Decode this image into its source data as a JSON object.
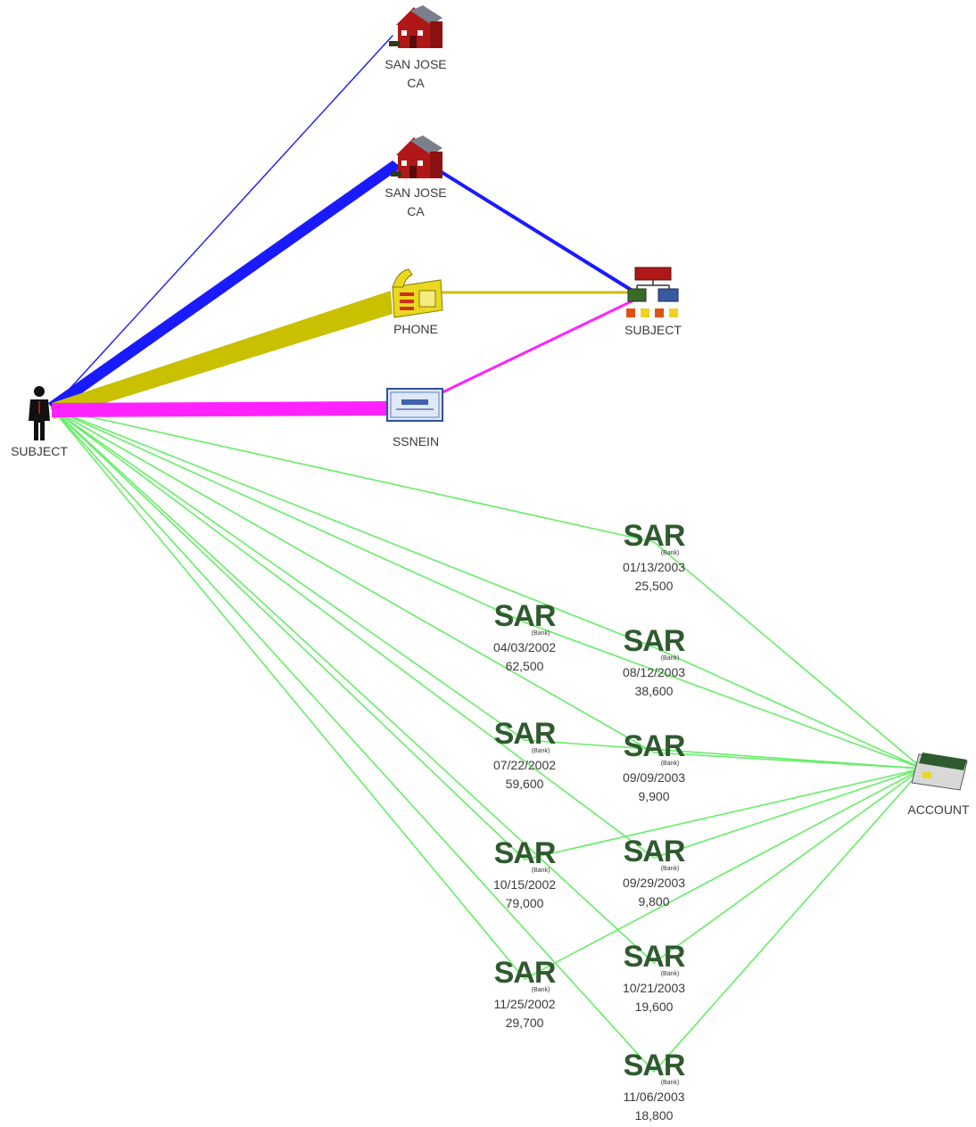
{
  "colors": {
    "address_link": "#1a1aff",
    "phone_link": "#c8c000",
    "ssn_link": "#ff22ff",
    "sar_link": "#66ee66",
    "house_red": "#b01818",
    "roof_grey": "#7a7f8c",
    "sar_green": "#2f5a2f"
  },
  "nodes": {
    "subject_person": {
      "label": "SUBJECT",
      "icon": "person-icon"
    },
    "address_1": {
      "line1": "SAN JOSE",
      "line2": "CA",
      "icon": "house-icon"
    },
    "address_2": {
      "line1": "SAN JOSE",
      "line2": "CA",
      "icon": "house-icon"
    },
    "phone": {
      "label": "PHONE",
      "icon": "telephone-icon"
    },
    "ssn": {
      "label": "SSNEIN",
      "icon": "ssn-card-icon"
    },
    "subject_org": {
      "label": "SUBJECT",
      "icon": "org-chart-icon"
    },
    "account": {
      "label": "ACCOUNT",
      "icon": "bank-card-icon"
    }
  },
  "sar_badge": {
    "word": "SAR",
    "sub": "(Bank)"
  },
  "sars": [
    {
      "id": "sar-2002-04-03",
      "date": "04/03/2002",
      "amount": "62,500"
    },
    {
      "id": "sar-2002-07-22",
      "date": "07/22/2002",
      "amount": "59,600"
    },
    {
      "id": "sar-2002-10-15",
      "date": "10/15/2002",
      "amount": "79,000"
    },
    {
      "id": "sar-2002-11-25",
      "date": "11/25/2002",
      "amount": "29,700"
    },
    {
      "id": "sar-2003-01-13",
      "date": "01/13/2003",
      "amount": "25,500"
    },
    {
      "id": "sar-2003-08-12",
      "date": "08/12/2003",
      "amount": "38,600"
    },
    {
      "id": "sar-2003-09-09",
      "date": "09/09/2003",
      "amount": "9,900"
    },
    {
      "id": "sar-2003-09-29",
      "date": "09/29/2003",
      "amount": "9,800"
    },
    {
      "id": "sar-2003-10-21",
      "date": "10/21/2003",
      "amount": "19,600"
    },
    {
      "id": "sar-2003-11-06",
      "date": "11/06/2003",
      "amount": "18,800"
    }
  ]
}
